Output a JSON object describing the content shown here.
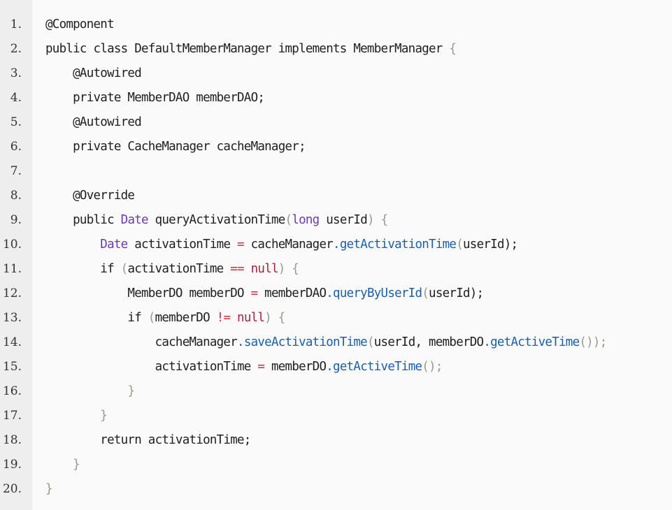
{
  "editor": {
    "gutter_color": "#eeeeee",
    "background_color": "#fafafa",
    "token_colors": {
      "plain": "#1e1e1e",
      "punctuation": "#999a8a",
      "operator": "#c8303f",
      "literal": "#a8213f",
      "type": "#6b39b5",
      "function": "#1c5fa8"
    },
    "lines": [
      {
        "number": "1.",
        "tokens": [
          {
            "t": "@Component",
            "c": "plain"
          }
        ]
      },
      {
        "number": "2.",
        "tokens": [
          {
            "t": "public class DefaultMemberManager implements MemberManager ",
            "c": "plain"
          },
          {
            "t": "{",
            "c": "punc"
          }
        ]
      },
      {
        "number": "3.",
        "tokens": [
          {
            "t": "    @Autowired",
            "c": "plain"
          }
        ]
      },
      {
        "number": "4.",
        "tokens": [
          {
            "t": "    private MemberDAO memberDAO;",
            "c": "plain"
          }
        ]
      },
      {
        "number": "5.",
        "tokens": [
          {
            "t": "    @Autowired",
            "c": "plain"
          }
        ]
      },
      {
        "number": "6.",
        "tokens": [
          {
            "t": "    private CacheManager cacheManager;",
            "c": "plain"
          }
        ]
      },
      {
        "number": "7.",
        "tokens": []
      },
      {
        "number": "8.",
        "tokens": [
          {
            "t": "    @Override",
            "c": "plain"
          }
        ]
      },
      {
        "number": "9.",
        "tokens": [
          {
            "t": "    public ",
            "c": "plain"
          },
          {
            "t": "Date",
            "c": "type"
          },
          {
            "t": " queryActivationTime",
            "c": "plain"
          },
          {
            "t": "(",
            "c": "punc"
          },
          {
            "t": "long",
            "c": "type"
          },
          {
            "t": " userId",
            "c": "plain"
          },
          {
            "t": ") {",
            "c": "punc"
          }
        ]
      },
      {
        "number": "10.",
        "tokens": [
          {
            "t": "        ",
            "c": "plain"
          },
          {
            "t": "Date",
            "c": "type"
          },
          {
            "t": " activationTime ",
            "c": "plain"
          },
          {
            "t": "=",
            "c": "op"
          },
          {
            "t": " cacheManager",
            "c": "plain"
          },
          {
            "t": ".",
            "c": "dot"
          },
          {
            "t": "getActivationTime",
            "c": "fn"
          },
          {
            "t": "(",
            "c": "punc"
          },
          {
            "t": "userId",
            "c": "plain"
          },
          {
            "t": ");",
            "c": "plain"
          }
        ]
      },
      {
        "number": "11.",
        "tokens": [
          {
            "t": "        if ",
            "c": "plain"
          },
          {
            "t": "(",
            "c": "punc"
          },
          {
            "t": "activationTime ",
            "c": "plain"
          },
          {
            "t": "==",
            "c": "op"
          },
          {
            "t": " ",
            "c": "plain"
          },
          {
            "t": "null",
            "c": "lit"
          },
          {
            "t": ") {",
            "c": "punc"
          }
        ]
      },
      {
        "number": "12.",
        "tokens": [
          {
            "t": "            MemberDO memberDO ",
            "c": "plain"
          },
          {
            "t": "=",
            "c": "op"
          },
          {
            "t": " memberDAO",
            "c": "plain"
          },
          {
            "t": ".",
            "c": "dot"
          },
          {
            "t": "queryByUserId",
            "c": "fn"
          },
          {
            "t": "(",
            "c": "punc"
          },
          {
            "t": "userId",
            "c": "plain"
          },
          {
            "t": ");",
            "c": "plain"
          }
        ]
      },
      {
        "number": "13.",
        "tokens": [
          {
            "t": "            if ",
            "c": "plain"
          },
          {
            "t": "(",
            "c": "punc"
          },
          {
            "t": "memberDO ",
            "c": "plain"
          },
          {
            "t": "!=",
            "c": "op"
          },
          {
            "t": " ",
            "c": "plain"
          },
          {
            "t": "null",
            "c": "lit"
          },
          {
            "t": ") {",
            "c": "punc"
          }
        ]
      },
      {
        "number": "14.",
        "tokens": [
          {
            "t": "                cacheManager",
            "c": "plain"
          },
          {
            "t": ".",
            "c": "dot"
          },
          {
            "t": "saveActivationTime",
            "c": "fn"
          },
          {
            "t": "(",
            "c": "punc"
          },
          {
            "t": "userId, memberDO",
            "c": "plain"
          },
          {
            "t": ".",
            "c": "dot"
          },
          {
            "t": "getActiveTime",
            "c": "fn"
          },
          {
            "t": "());",
            "c": "punc"
          }
        ]
      },
      {
        "number": "15.",
        "tokens": [
          {
            "t": "                activationTime ",
            "c": "plain"
          },
          {
            "t": "=",
            "c": "op"
          },
          {
            "t": " memberDO",
            "c": "plain"
          },
          {
            "t": ".",
            "c": "dot"
          },
          {
            "t": "getActiveTime",
            "c": "fn"
          },
          {
            "t": "();",
            "c": "punc"
          }
        ]
      },
      {
        "number": "16.",
        "tokens": [
          {
            "t": "            ",
            "c": "plain"
          },
          {
            "t": "}",
            "c": "punc"
          }
        ]
      },
      {
        "number": "17.",
        "tokens": [
          {
            "t": "        ",
            "c": "plain"
          },
          {
            "t": "}",
            "c": "punc"
          }
        ]
      },
      {
        "number": "18.",
        "tokens": [
          {
            "t": "        return activationTime;",
            "c": "plain"
          }
        ]
      },
      {
        "number": "19.",
        "tokens": [
          {
            "t": "    ",
            "c": "plain"
          },
          {
            "t": "}",
            "c": "punc"
          }
        ]
      },
      {
        "number": "20.",
        "tokens": [
          {
            "t": "}",
            "c": "punc"
          }
        ]
      }
    ]
  }
}
